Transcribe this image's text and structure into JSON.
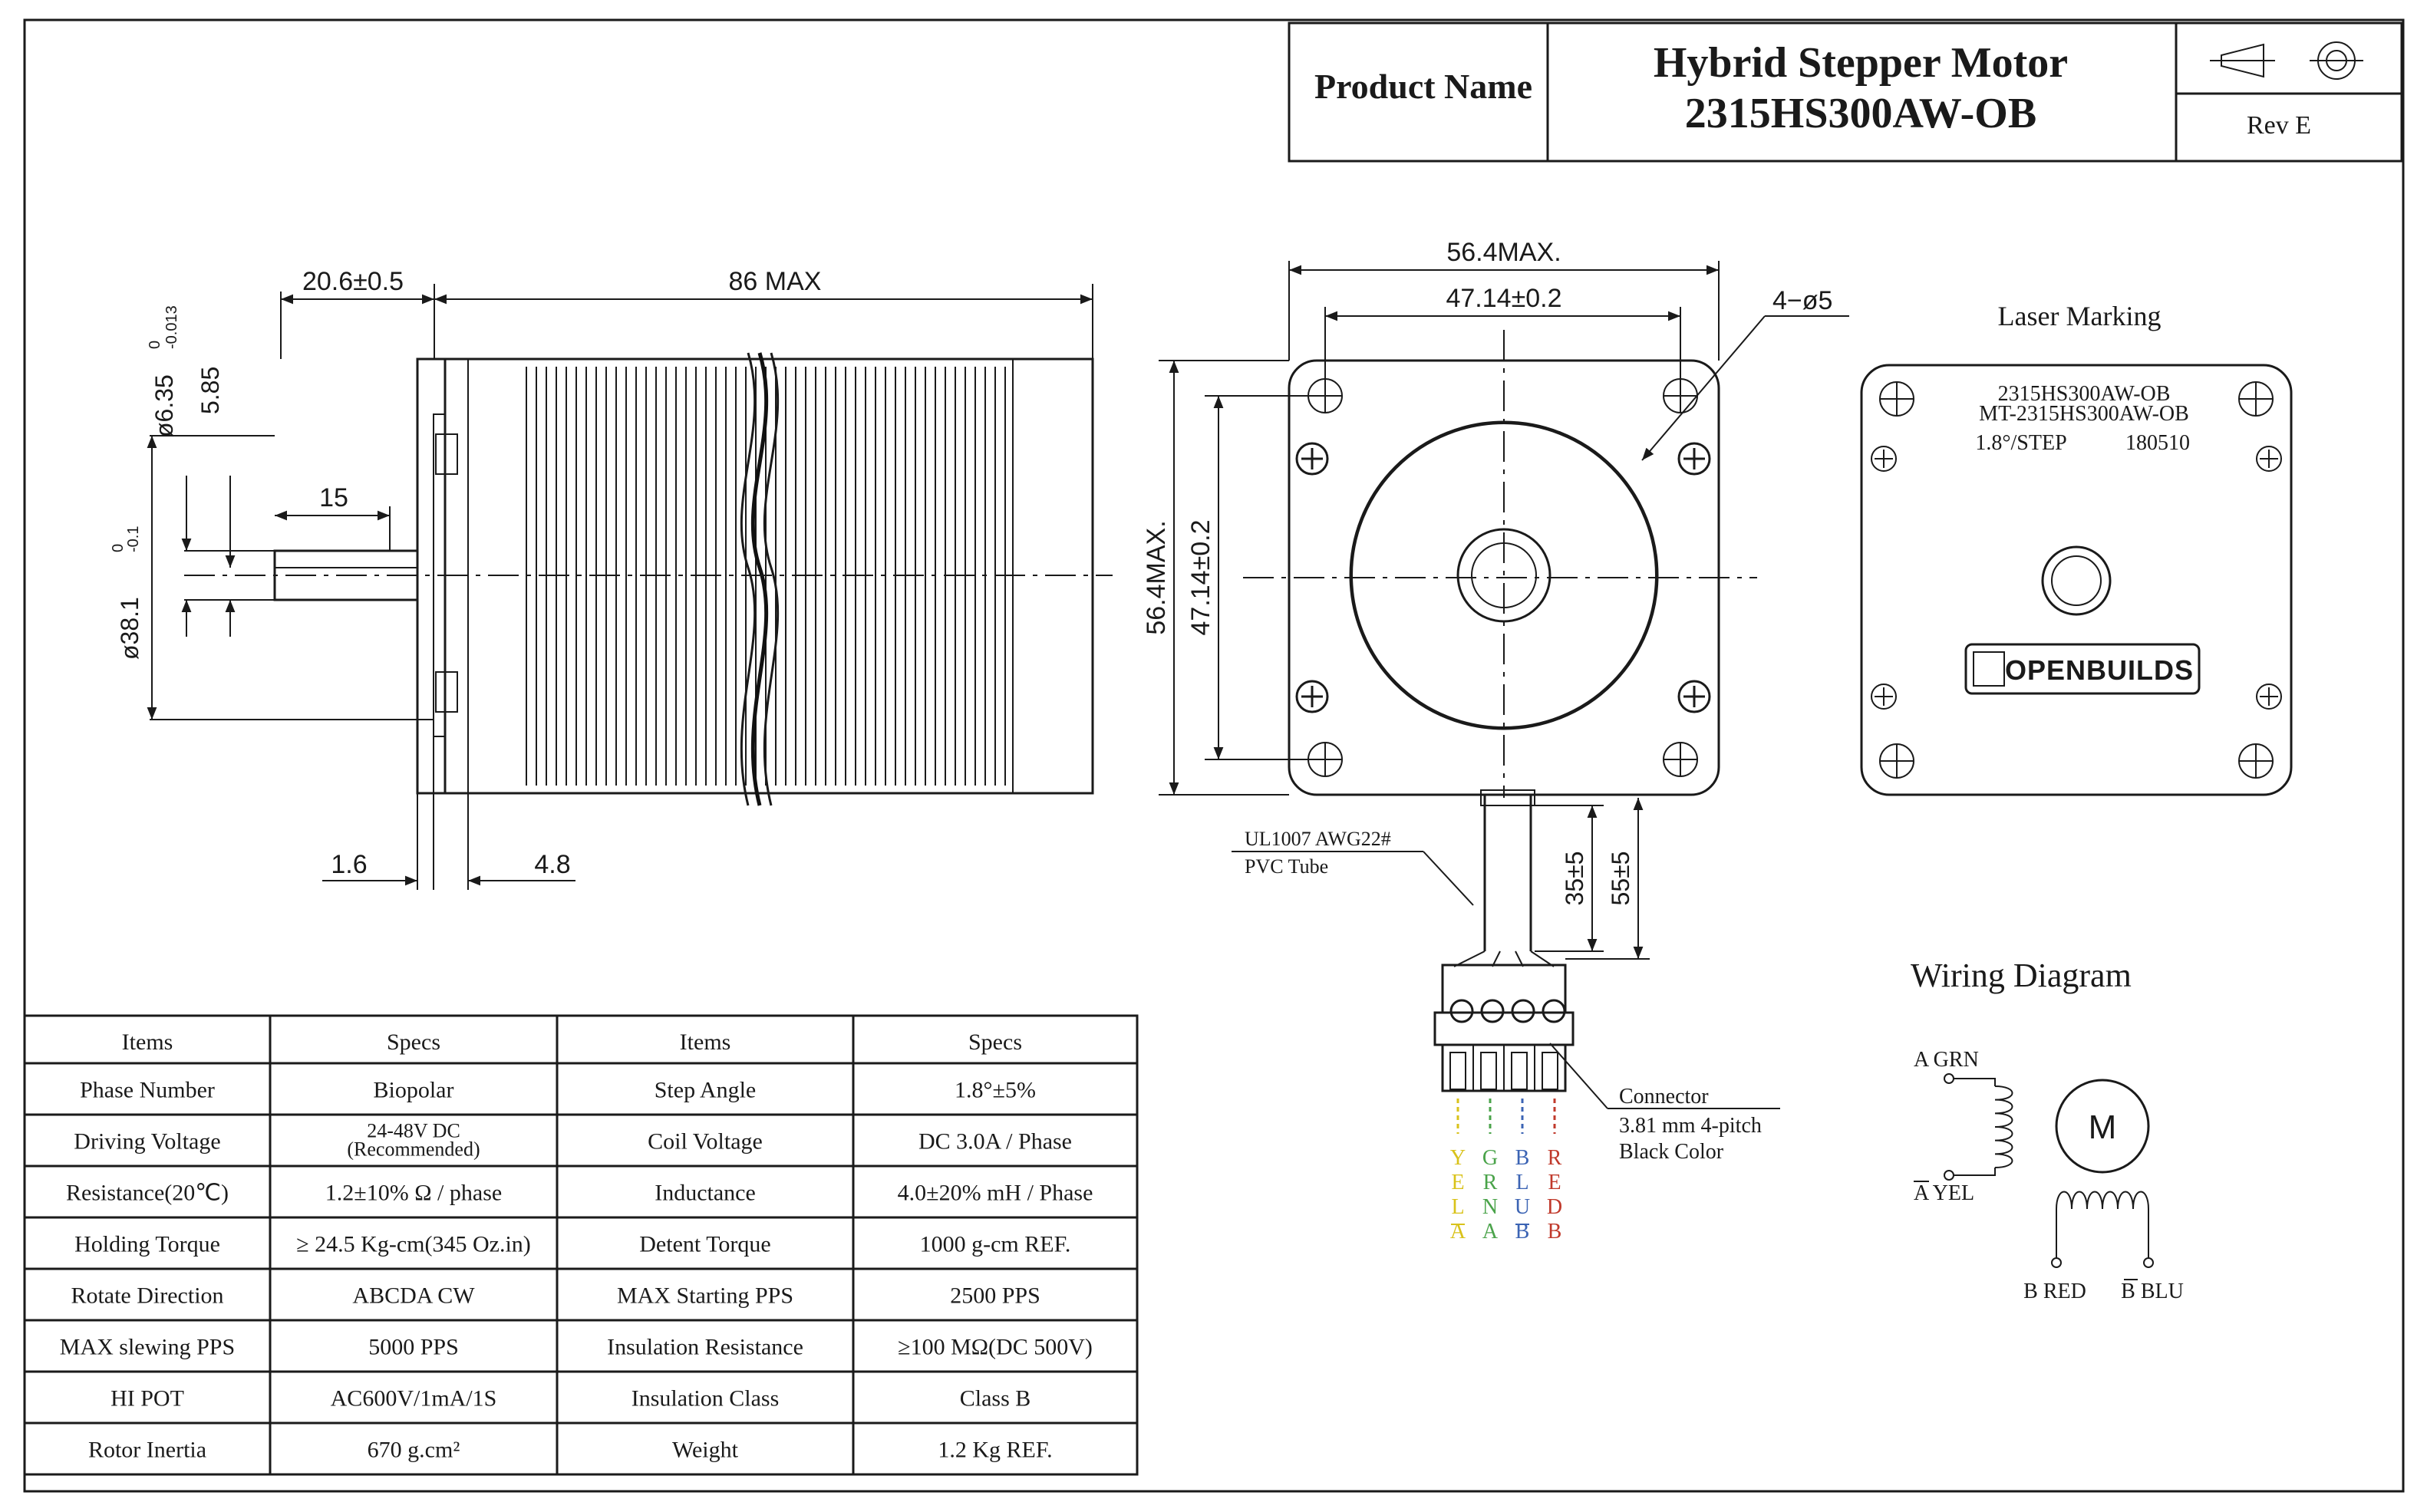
{
  "title_block": {
    "product_name_label": "Product Name",
    "product_title": "Hybrid Stepper Motor",
    "model": "2315HS300AW-OB",
    "revision": "Rev E"
  },
  "side_view": {
    "dim_length": "86  MAX",
    "dim_front": "20.6±0.5",
    "dim_shaft_dia": "ø6.35",
    "dim_shaft_dia_tol_upper": "0",
    "dim_shaft_dia_tol_lower": "-0.013",
    "dim_flat": "5.85",
    "dim_flat_length": "15",
    "dim_boss_dia": "ø38.1",
    "dim_boss_tol_upper": "0",
    "dim_boss_tol_lower": "-0.1",
    "dim_flange": "1.6",
    "dim_boss_height": "4.8"
  },
  "front_view": {
    "dim_width_max": "56.4MAX.",
    "dim_hole_spacing": "47.14±0.2",
    "dim_holes": "4−ø5",
    "dim_height_max": "56.4MAX.",
    "dim_hole_spacing_v": "47.14±0.2",
    "cable_label_1": "UL1007 AWG22#",
    "cable_label_2": "PVC Tube",
    "dim_tube": "35±5",
    "dim_lead": "55±5",
    "connector_label_1": "Connector",
    "connector_label_2": "3.81 mm 4-pitch",
    "connector_label_3": "Black Color",
    "wire_labels": [
      {
        "letters": [
          "Y",
          "E",
          "L",
          "A"
        ],
        "overline_last": true,
        "color": "#d9c21a"
      },
      {
        "letters": [
          "G",
          "R",
          "N",
          "A"
        ],
        "overline_last": false,
        "color": "#4aa34a"
      },
      {
        "letters": [
          "B",
          "L",
          "U",
          "B"
        ],
        "overline_last": true,
        "color": "#3c64b4"
      },
      {
        "letters": [
          "R",
          "E",
          "D",
          "B"
        ],
        "overline_last": false,
        "color": "#c0392b"
      }
    ]
  },
  "laser_marking": {
    "heading": "Laser Marking",
    "line1": "2315HS300AW-OB",
    "line2": "MT-2315HS300AW-OB",
    "line3_left": "1.8°/STEP",
    "line3_right": "180510",
    "logo_text": "OPENBUILDS"
  },
  "wiring": {
    "heading": "Wiring Diagram",
    "a_label": "A GRN",
    "a_bar_label": "A YEL",
    "b_label": "B RED",
    "b_bar_label": "B BLU",
    "motor_symbol": "M"
  },
  "specs_table": {
    "headers": [
      "Items",
      "Specs",
      "Items",
      "Specs"
    ],
    "rows": [
      [
        "Phase Number",
        "Biopolar",
        "Step Angle",
        "1.8°±5%"
      ],
      [
        "Driving Voltage",
        "24-48V DC|(Recommended)",
        "Coil Voltage",
        "DC 3.0A / Phase"
      ],
      [
        "Resistance(20℃)",
        "1.2±10% Ω / phase",
        "Inductance",
        "4.0±20% mH / Phase"
      ],
      [
        "Holding Torque",
        "≥ 24.5 Kg-cm(345 Oz.in)",
        "Detent Torque",
        "1000 g-cm REF."
      ],
      [
        "Rotate Direction",
        "ABCDA CW",
        "MAX Starting PPS",
        "2500 PPS"
      ],
      [
        "MAX slewing PPS",
        "5000 PPS",
        "Insulation Resistance",
        "≥100 MΩ(DC 500V)"
      ],
      [
        "HI POT",
        "AC600V/1mA/1S",
        "Insulation Class",
        "Class B"
      ],
      [
        "Rotor Inertia",
        "670 g.cm²",
        "Weight",
        "1.2 Kg  REF."
      ]
    ]
  }
}
